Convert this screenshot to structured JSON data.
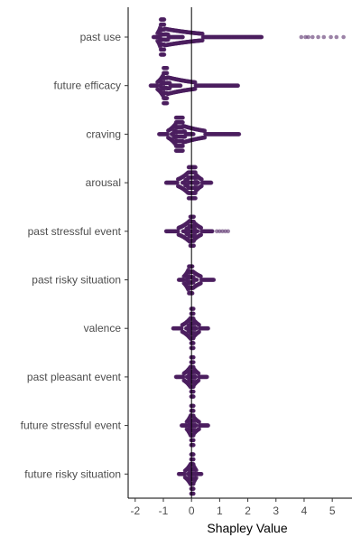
{
  "chart_data": {
    "type": "scatter",
    "subtype": "beeswarm",
    "title": "",
    "xlabel": "Shapley Value",
    "ylabel": "",
    "xlim": [
      -2.25,
      5.7
    ],
    "xticks": [
      "-2",
      "-1",
      "0",
      "1",
      "2",
      "3",
      "4",
      "5"
    ],
    "xtick_values": [
      -2,
      -1,
      0,
      1,
      2,
      3,
      4,
      5
    ],
    "zero_line": true,
    "grid": false,
    "point_color": "#4B1E5F",
    "categories": [
      "past use",
      "future efficacy",
      "craving",
      "arousal",
      "past stressful event",
      "past risky situation",
      "valence",
      "past pleasant event",
      "future stressful event",
      "future risky situation"
    ],
    "series": [
      {
        "feature": "past use",
        "dense_min": -1.35,
        "dense_max": 2.5,
        "core": [
          -1.1,
          -0.95
        ],
        "core_spread": 0.85,
        "outliers": [
          3.9,
          4.05,
          4.15,
          4.3,
          4.5,
          4.7,
          4.95,
          5.15,
          5.4
        ]
      },
      {
        "feature": "future efficacy",
        "dense_min": -1.45,
        "dense_max": 1.65,
        "core": [
          -1.0,
          -0.85
        ],
        "core_spread": 0.85,
        "outliers": []
      },
      {
        "feature": "craving",
        "dense_min": -1.15,
        "dense_max": 1.7,
        "core": [
          -0.55,
          -0.3
        ],
        "core_spread": 0.8,
        "outliers": []
      },
      {
        "feature": "arousal",
        "dense_min": -0.9,
        "dense_max": 0.7,
        "core": [
          -0.1,
          0.15
        ],
        "core_spread": 0.75,
        "outliers": []
      },
      {
        "feature": "past stressful event",
        "dense_min": -0.9,
        "dense_max": 0.75,
        "core": [
          -0.05,
          0.1
        ],
        "core_spread": 0.7,
        "outliers": [
          0.9,
          1.0,
          1.1,
          1.2,
          1.3
        ]
      },
      {
        "feature": "past risky situation",
        "dense_min": -0.45,
        "dense_max": 0.8,
        "core": [
          -0.1,
          0.05
        ],
        "core_spread": 0.65,
        "outliers": []
      },
      {
        "feature": "valence",
        "dense_min": -0.65,
        "dense_max": 0.6,
        "core": [
          -0.02,
          0.08
        ],
        "core_spread": 0.95,
        "outliers": []
      },
      {
        "feature": "past pleasant event",
        "dense_min": -0.55,
        "dense_max": 0.55,
        "core": [
          -0.02,
          0.08
        ],
        "core_spread": 0.95,
        "outliers": []
      },
      {
        "feature": "future stressful event",
        "dense_min": -0.35,
        "dense_max": 0.6,
        "core": [
          -0.02,
          0.08
        ],
        "core_spread": 0.95,
        "outliers": []
      },
      {
        "feature": "future risky situation",
        "dense_min": -0.45,
        "dense_max": 0.35,
        "core": [
          -0.02,
          0.08
        ],
        "core_spread": 0.95,
        "outliers": []
      }
    ]
  }
}
